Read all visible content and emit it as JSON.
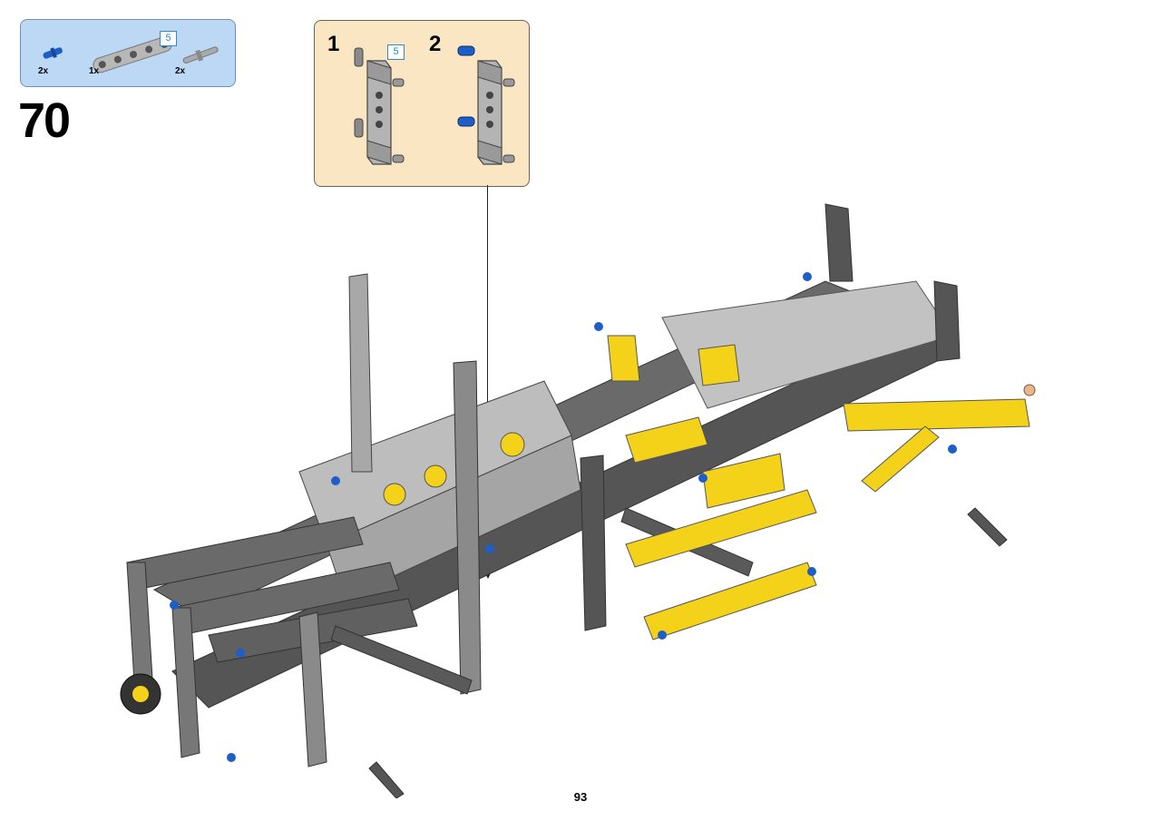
{
  "parts_list": {
    "items": [
      {
        "name": "blue-axle-pin-icon",
        "count": "2x"
      },
      {
        "name": "gray-beam-5-icon",
        "count": "1x",
        "length_badge": "5"
      },
      {
        "name": "gray-axle-pin-icon",
        "count": "2x"
      }
    ]
  },
  "step": {
    "number": "70"
  },
  "sub_assembly": {
    "steps": [
      {
        "number": "1",
        "length_badge": "5"
      },
      {
        "number": "2"
      }
    ]
  },
  "colors": {
    "parts_box_bg": "#bdd8f4",
    "sub_box_bg": "#fae6c3",
    "dark_gray": "#5a5a5a",
    "light_gray": "#b5b5b5",
    "yellow": "#f5d21a",
    "blue": "#1d5ec9"
  },
  "page": {
    "number": "93"
  }
}
